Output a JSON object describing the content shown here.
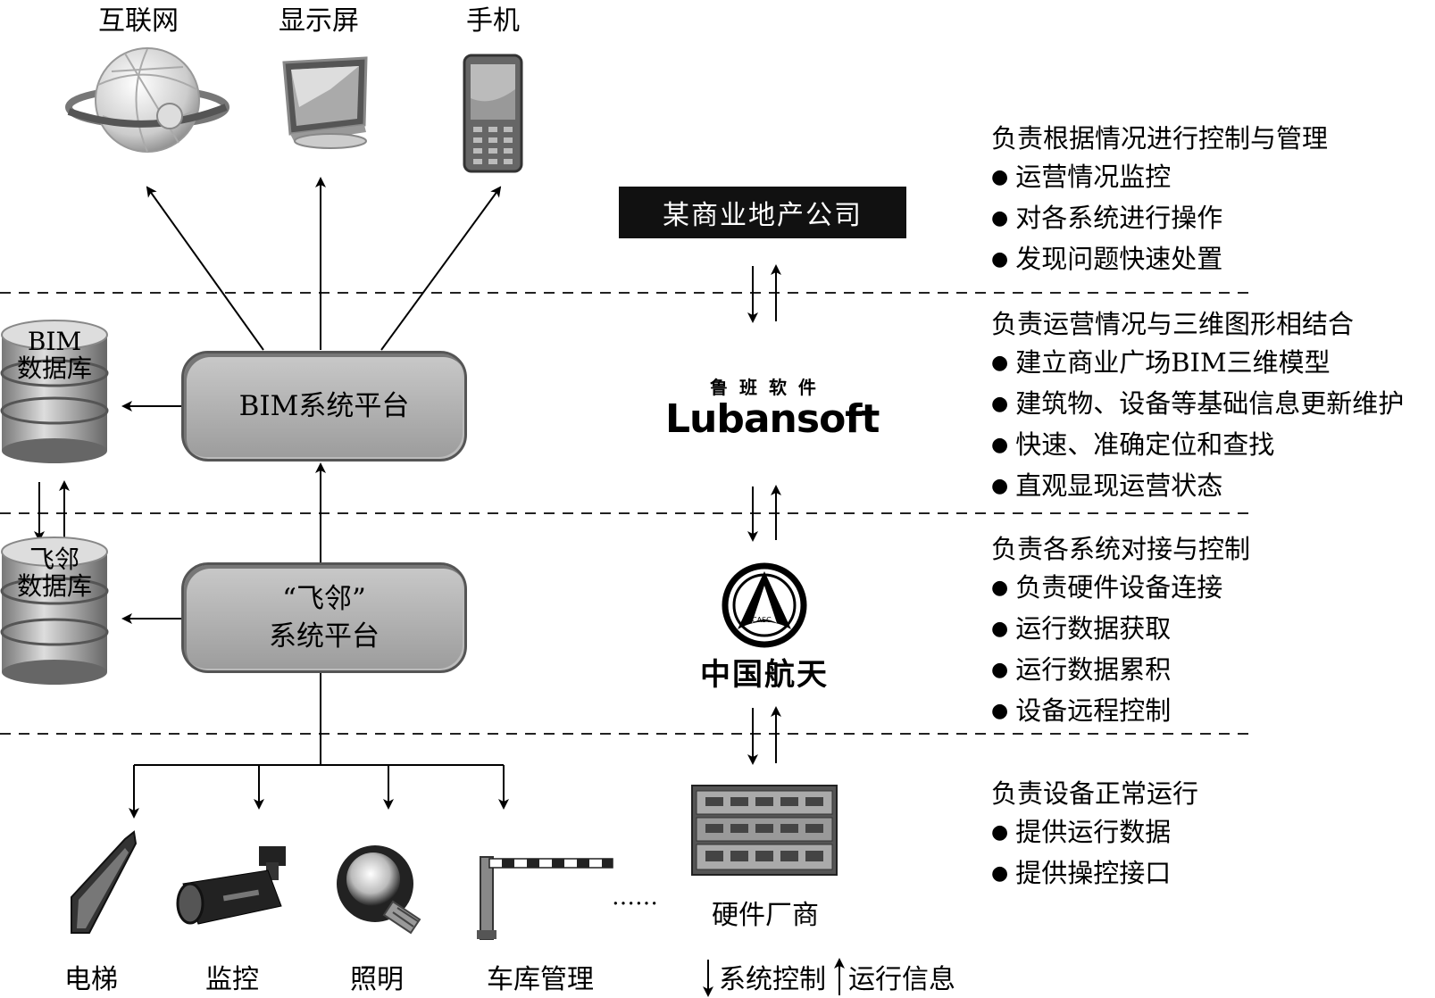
{
  "top_devices": {
    "internet": "互联网",
    "display": "显示屏",
    "phone": "手机"
  },
  "company": "某商业地产公司",
  "bim_db": "BIM\n数据库",
  "feilin_db": "飞邻\n数据库",
  "bim_platform": "BIM系统平台",
  "feilin_platform_line1": "“飞邻”",
  "feilin_platform_line2": "系统平台",
  "luban": {
    "chinese": "鲁 班 软 件",
    "english": "Lubansoft"
  },
  "casc": {
    "text": "中国航天",
    "emblem": "CASC"
  },
  "hardware_vendor": "硬件厂商",
  "subsystems": [
    "电梯",
    "监控",
    "照明",
    "车库管理"
  ],
  "ellipsis": "……",
  "legend": {
    "control": "系统控制",
    "info": "运行信息"
  },
  "descriptions": [
    {
      "heading": "负责根据情况进行控制与管理",
      "items": [
        "运营情况监控",
        "对各系统进行操作",
        "发现问题快速处置"
      ]
    },
    {
      "heading": "负责运营情况与三维图形相结合",
      "items": [
        "建立商业广场BIM三维模型",
        "建筑物、设备等基础信息更新维护",
        "快速、准确定位和查找",
        "直观显现运营状态"
      ]
    },
    {
      "heading": "负责各系统对接与控制",
      "items": [
        "负责硬件设备连接",
        "运行数据获取",
        "运行数据累积",
        "设备远程控制"
      ]
    },
    {
      "heading": "负责设备正常运行",
      "items": [
        "提供运行数据",
        "提供操控接口"
      ]
    }
  ]
}
